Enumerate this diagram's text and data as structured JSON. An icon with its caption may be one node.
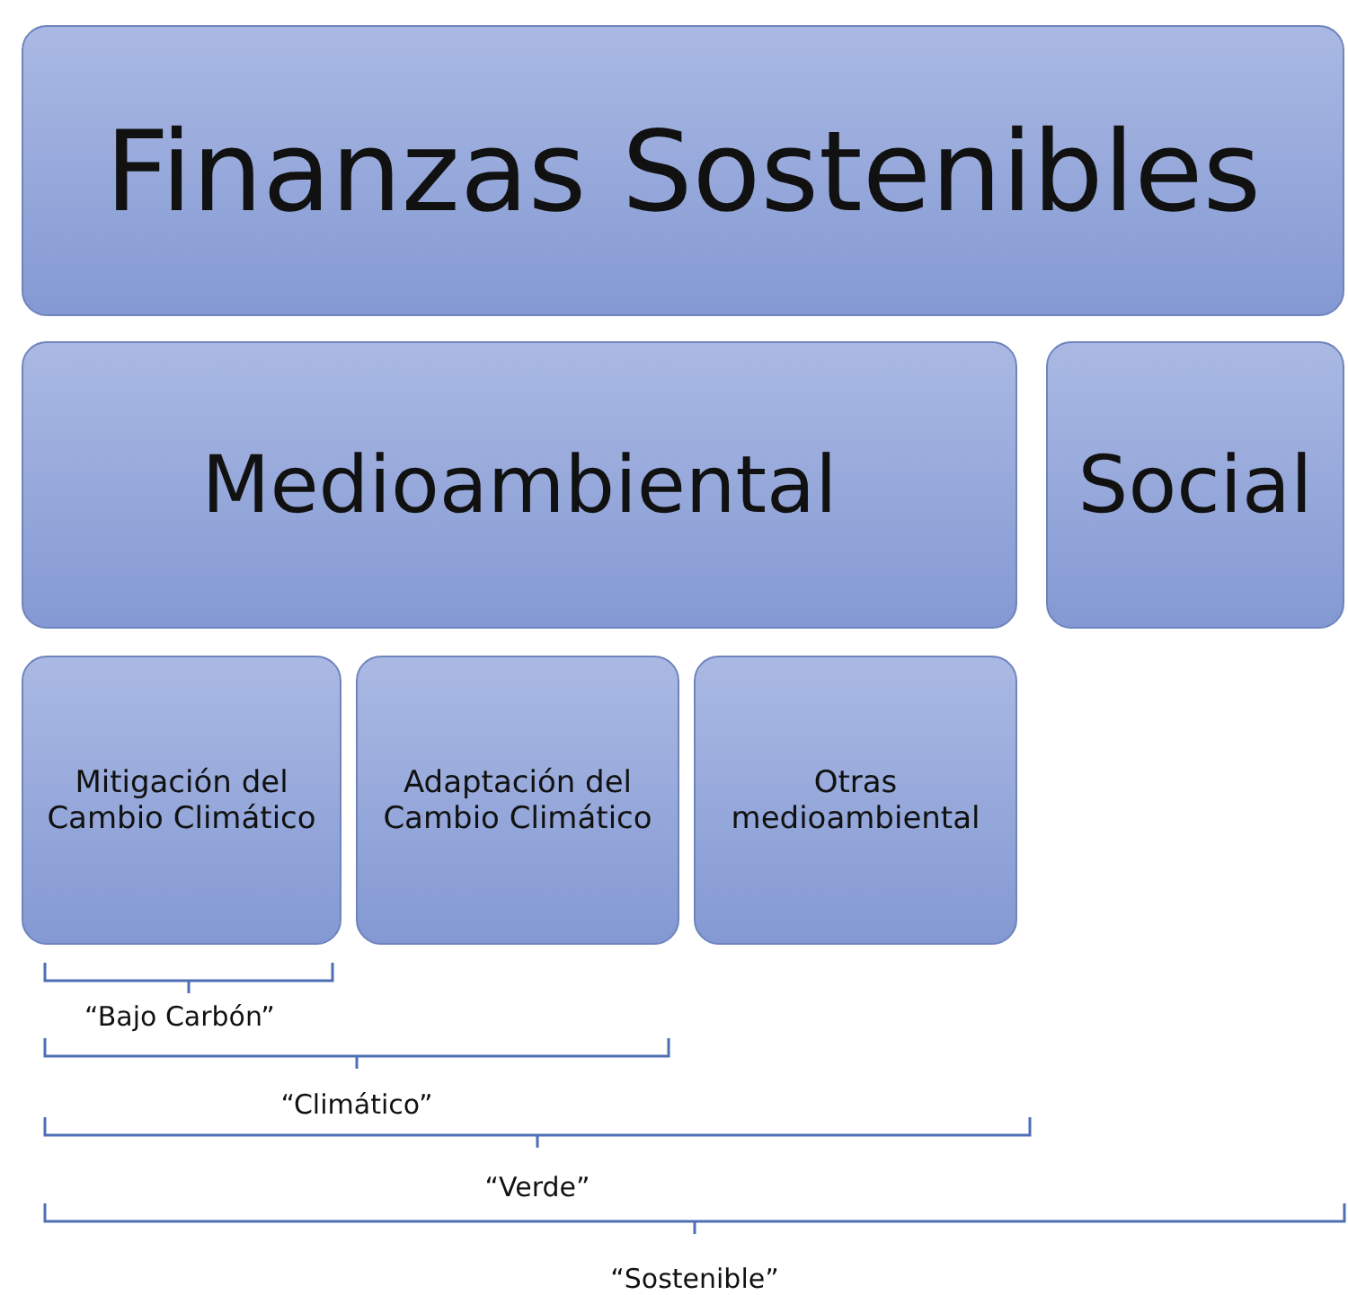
{
  "diagram": {
    "nodes": [
      {
        "text": [
          "Finanzas Sostenibles"
        ]
      },
      {
        "text": [
          "Medioambiental"
        ]
      },
      {
        "text": [
          "Social"
        ]
      },
      {
        "text": [
          "Mitigación del Cambio Climático"
        ]
      },
      {
        "text": [
          "Adaptación del Cambio Climático"
        ]
      },
      {
        "text": [
          "Otras medioambiental"
        ]
      }
    ],
    "edges": [],
    "labels": [
      "“Bajo Carbón”",
      "“Climático”",
      "“Verde”",
      "“Sostenible”"
    ]
  }
}
